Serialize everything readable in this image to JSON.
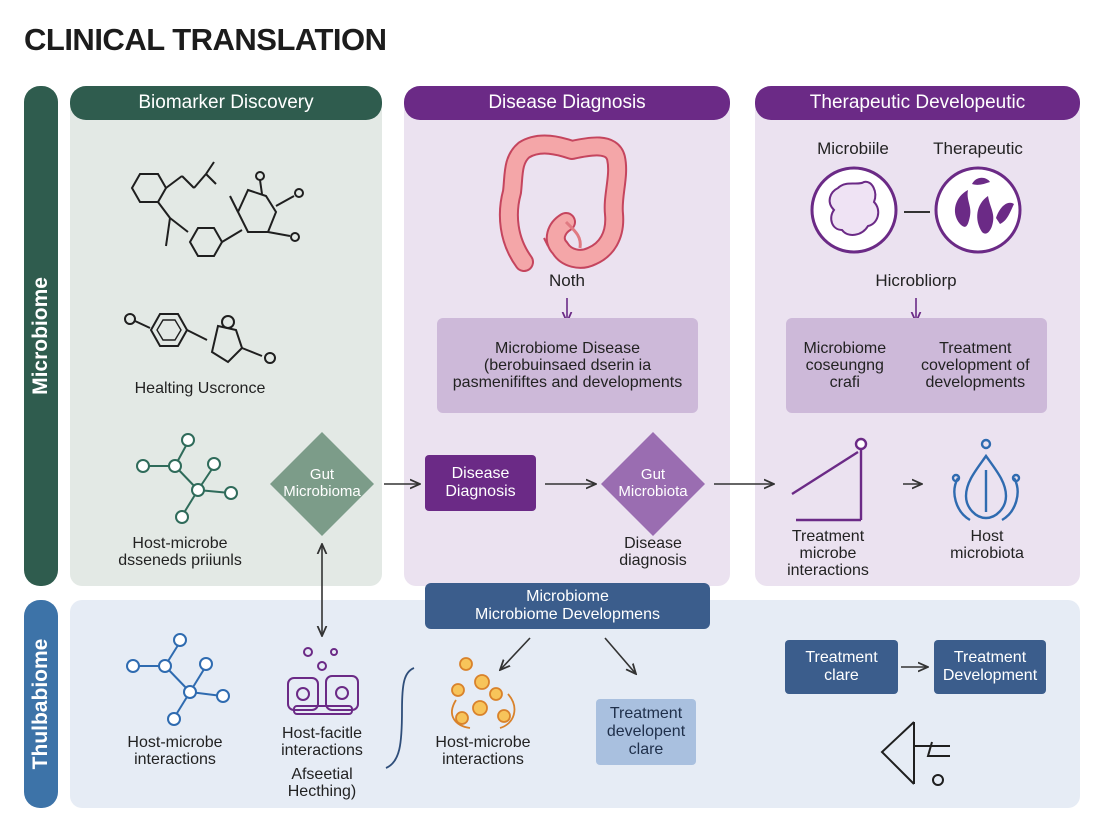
{
  "title": "CLINICAL TRANSLATION",
  "side_tabs": {
    "top": "Microbiome",
    "bottom": "Thulbabiome"
  },
  "columns": {
    "biomarker": {
      "header": "Biomarker Discovery",
      "label_mid": "Healting Uscronce",
      "label_bottom": [
        "Host-microbe",
        "dsseneds priiunls"
      ]
    },
    "diagnosis": {
      "header": "Disease Diagnosis",
      "colon_label": "Noth",
      "card": [
        "Microbiome Disease",
        "(berobuinsaed dserin ia",
        "pasmenififtes and developments"
      ],
      "label_bottom": [
        "Disease",
        "diagnosis"
      ]
    },
    "therapeutic": {
      "header": "Therapeutic Developeutic",
      "circle_left_label": "Microbiile",
      "circle_right_label": "Therapeutic",
      "mid_label": "Hicrobliorp",
      "card_left": [
        "Microbiome",
        "coseungng",
        "crafi"
      ],
      "card_right": [
        "Treatment",
        "covelopment of",
        "developments"
      ],
      "label_treatment": [
        "Treatment",
        "microbe",
        "interactions"
      ],
      "label_host": [
        "Host",
        "microbiota"
      ]
    }
  },
  "flow": {
    "diamond1": [
      "Gut",
      "Microbioma"
    ],
    "box_diagnosis": [
      "Disease",
      "Diagnosis"
    ],
    "diamond2": [
      "Gut",
      "Microbiota"
    ]
  },
  "bottom": {
    "center_box": [
      "Microbiome",
      "Microbiome Developmens"
    ],
    "label_network": [
      "Host-microbe",
      "interactions"
    ],
    "label_facile": [
      "Host-facitle",
      "interactions"
    ],
    "label_afseetial": [
      "Afseetial",
      "Hecthing)"
    ],
    "label_cluster": [
      "Host-microbe",
      "interactions"
    ],
    "light_box": [
      "Treatment",
      "developent",
      "clare"
    ],
    "box_treatment_clare": [
      "Treatment",
      "clare"
    ],
    "box_treatment_dev": [
      "Treatment",
      "Development"
    ]
  },
  "colors": {
    "green_dark": "#2f5c4e",
    "purple_dark": "#6b2a86",
    "blue_dark": "#3b5d8c",
    "panel_green": "#e3e9e5",
    "panel_purple": "#ebe2f0",
    "panel_blue": "#e6ecf5",
    "card_purple": "#cdb9d9",
    "light_blue_box": "#a9c0df",
    "diamond_green": "#7c9c89",
    "diamond_purple": "#9a6db1",
    "side_blue": "#3d73a8"
  }
}
